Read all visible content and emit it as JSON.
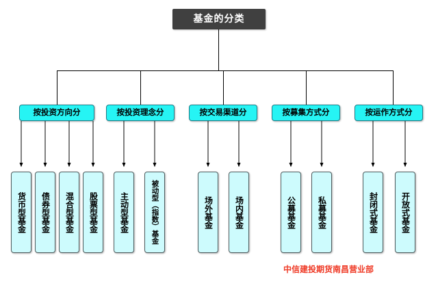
{
  "diagram": {
    "type": "org-tree",
    "root": {
      "label": "基金的分类",
      "fill": "#404040",
      "text_color": "#ffffff"
    },
    "category_fill": "#26f4f4",
    "leaf_fill": "#cdfbfd",
    "line_color": "#000000",
    "categories": [
      {
        "label": "按投资方向分",
        "leaves": [
          {
            "label": "货币型基金"
          },
          {
            "label": "债券型基金"
          },
          {
            "label": "混合型基金"
          },
          {
            "label": "股票型基金"
          }
        ]
      },
      {
        "label": "按投资理念分",
        "leaves": [
          {
            "label": "主动型基金"
          },
          {
            "label": "被动型（指数）基金"
          }
        ]
      },
      {
        "label": "按交易渠道分",
        "leaves": [
          {
            "label": "场外基金"
          },
          {
            "label": "场内基金"
          }
        ]
      },
      {
        "label": "按募集方式分",
        "leaves": [
          {
            "label": "公募基金"
          },
          {
            "label": "私募基金"
          }
        ]
      },
      {
        "label": "按运作方式分",
        "leaves": [
          {
            "label": "封闭式基金"
          },
          {
            "label": "开放式基金"
          }
        ]
      }
    ]
  },
  "footer": {
    "note": "中信建投期货南昌营业部",
    "color": "#ef3a26"
  }
}
